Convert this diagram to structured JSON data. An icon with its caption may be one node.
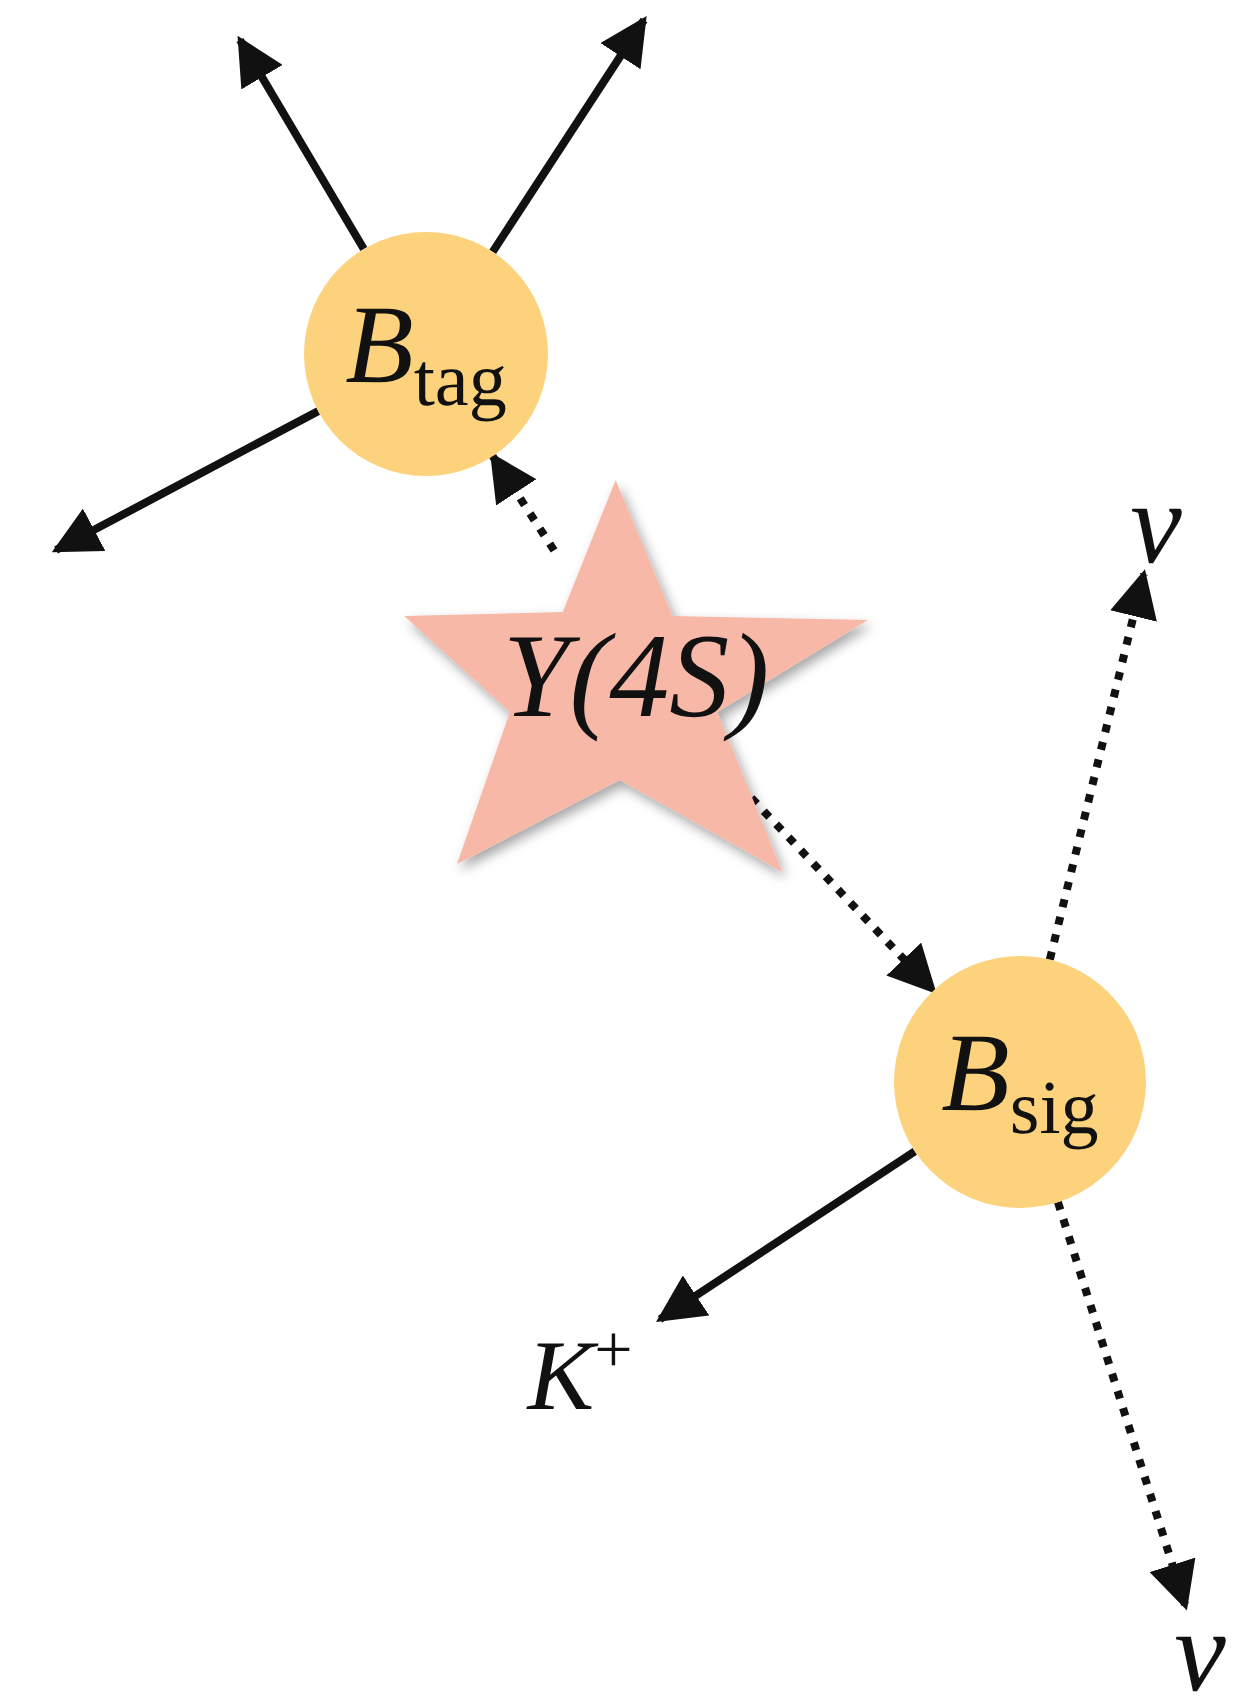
{
  "diagram": {
    "nodes": [
      {
        "text": [
          "*B*$_{tag}$"
        ]
      },
      {
        "text": [
          "Y(4S)"
        ]
      },
      {
        "text": [
          "*B*$_{sig}$"
        ]
      },
      {
        "text": [
          "ν"
        ]
      },
      {
        "text": [
          "*K*$^{+}$"
        ]
      },
      {
        "text": [
          "ν"
        ]
      }
    ],
    "edges": [
      {
        "from": 0,
        "to": null,
        "arrow": "to"
      },
      {
        "from": 0,
        "to": null,
        "arrow": "to"
      },
      {
        "from": 0,
        "to": null,
        "arrow": "to"
      },
      {
        "from": 1,
        "to": 0,
        "arrow": "to",
        "style": "dashed"
      },
      {
        "from": 1,
        "to": 2,
        "arrow": "to",
        "style": "dashed"
      },
      {
        "from": 2,
        "to": 3,
        "arrow": "to",
        "style": "dashed"
      },
      {
        "from": 2,
        "to": 4,
        "arrow": "to"
      },
      {
        "from": 2,
        "to": 5,
        "arrow": "to",
        "style": "dashed"
      }
    ]
  }
}
